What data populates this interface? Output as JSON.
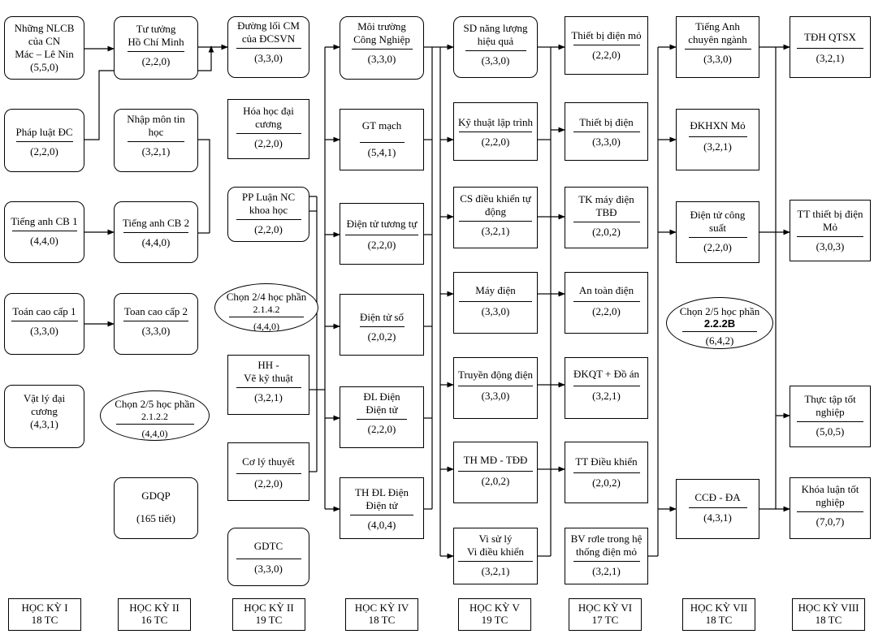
{
  "courses": {
    "c1_1": {
      "name": "Những NLCB\ncủa CN\nMác – Lê Nin",
      "credits": "(5,5,0)"
    },
    "c1_2": {
      "name": "Pháp luật ĐC",
      "credits": "(2,2,0)"
    },
    "c1_3": {
      "name": "Tiếng anh CB 1",
      "credits": "(4,4,0)"
    },
    "c1_4": {
      "name": "Toán cao cấp 1",
      "credits": "(3,3,0)"
    },
    "c1_5": {
      "name": "Vật lý đại\ncương",
      "credits": "(4,3,1)"
    },
    "c2_1": {
      "name": "Tư tưởng\nHồ Chí Minh",
      "credits": "(2,2,0)"
    },
    "c2_2": {
      "name": "Nhập môn tin\nhọc",
      "credits": "(3,2,1)"
    },
    "c2_3": {
      "name": "Tiếng anh CB 2",
      "credits": "(4,4,0)"
    },
    "c2_4": {
      "name": "Toan cao cấp 2",
      "credits": "(3,3,0)"
    },
    "c2_5": {
      "name": "GDQP",
      "credits": "(165 tiết)"
    },
    "c3_1": {
      "name": "Đường lối CM\ncủa ĐCSVN",
      "credits": "(3,3,0)"
    },
    "c3_2": {
      "name": "Hóa học đại\ncương",
      "credits": "(2,2,0)"
    },
    "c3_3": {
      "name": "PP Luận NC\nkhoa học",
      "credits": "(2,2,0)"
    },
    "c3_4": {
      "name": "HH -\nVẽ kỹ thuật",
      "credits": "(3,2,1)"
    },
    "c3_5": {
      "name": "Cơ lý thuyết",
      "credits": "(2,2,0)"
    },
    "c3_6": {
      "name": "GDTC",
      "credits": "(3,3,0)"
    },
    "c4_1": {
      "name": "Môi trường\nCông Nghiệp",
      "credits": "(3,3,0)"
    },
    "c4_2": {
      "name": "GT mạch",
      "credits": "(5,4,1)"
    },
    "c4_3": {
      "name": "Điện tử tương tự",
      "credits": "(2,2,0)"
    },
    "c4_4": {
      "name": "Điện tử số",
      "credits": "(2,0,2)"
    },
    "c4_5": {
      "name": "ĐL Điện\nĐiện tử",
      "credits": "(2,2,0)"
    },
    "c4_6": {
      "name": "TH ĐL Điện\nĐiện tử",
      "credits": "(4,0,4)"
    },
    "c5_1": {
      "name": "SD năng lượng\nhiệu quả",
      "credits": "(3,3,0)"
    },
    "c5_2": {
      "name": "Kỹ thuật lập trình",
      "credits": "(2,2,0)"
    },
    "c5_3": {
      "name": "CS điều khiển tự\nđộng",
      "credits": "(3,2,1)"
    },
    "c5_4": {
      "name": "Máy điện",
      "credits": "(3,3,0)"
    },
    "c5_5": {
      "name": "Truyền động điện",
      "credits": "(3,3,0)"
    },
    "c5_6": {
      "name": "TH MĐ - TĐĐ",
      "credits": "(2,0,2)"
    },
    "c5_7": {
      "name": "Vi sử lý\nVi điều khiển",
      "credits": "(3,2,1)"
    },
    "c6_1": {
      "name": "Thiết bị điện mỏ",
      "credits": "(2,2,0)"
    },
    "c6_2": {
      "name": "Thiết bị điện",
      "credits": "(3,3,0)"
    },
    "c6_3": {
      "name": "TK máy điện\nTBĐ",
      "credits": "(2,0,2)"
    },
    "c6_4": {
      "name": "An toàn điện",
      "credits": "(2,2,0)"
    },
    "c6_5": {
      "name": "ĐKQT + Đồ án",
      "credits": "(3,2,1)"
    },
    "c6_6": {
      "name": "TT Điều khiển",
      "credits": "(2,0,2)"
    },
    "c6_7": {
      "name": "BV rơle trong hệ\nthống điện mỏ",
      "credits": "(3,2,1)"
    },
    "c7_1": {
      "name": "Tiếng Anh\nchuyên ngành",
      "credits": "(3,3,0)"
    },
    "c7_2": {
      "name": "ĐKHXN Mỏ",
      "credits": "(3,2,1)"
    },
    "c7_3": {
      "name": "Điện tử công\nsuất",
      "credits": "(2,2,0)"
    },
    "c7_4": {
      "name": "CCĐ - ĐA",
      "credits": "(4,3,1)"
    },
    "c8_1": {
      "name": "TĐH QTSX",
      "credits": "(3,2,1)"
    },
    "c8_2": {
      "name": "TT thiết bị điện\nMỏ",
      "credits": "(3,0,3)"
    },
    "c8_3": {
      "name": "Thực tập tốt\nnghiệp",
      "credits": "(5,0,5)"
    },
    "c8_4": {
      "name": "Khóa luận tốt\nnghiệp",
      "credits": "(7,0,7)"
    }
  },
  "electives": {
    "e1": {
      "title": "Chọn 2/5 học phần",
      "code": "2.1.2.2",
      "credits": "(4,4,0)"
    },
    "e2": {
      "title": "Chọn 2/4 học phần",
      "code": "2.1.4.2",
      "credits": "(4,4,0)"
    },
    "e3": {
      "title": "Chọn 2/5 học phần",
      "code": "2.2.2B",
      "credits": "(6,4,2)"
    }
  },
  "semesters": [
    {
      "label": "HỌC KỲ I",
      "tc": "18 TC"
    },
    {
      "label": "HỌC KỲ II",
      "tc": "16 TC"
    },
    {
      "label": "HỌC KỲ II",
      "tc": "19 TC"
    },
    {
      "label": "HỌC KỲ IV",
      "tc": "18 TC"
    },
    {
      "label": "HỌC KỲ V",
      "tc": "19 TC"
    },
    {
      "label": "HỌC KỲ VI",
      "tc": "17 TC"
    },
    {
      "label": "HỌC KỲ VII",
      "tc": "18 TC"
    },
    {
      "label": "HỌC KỲ VIII",
      "tc": "18 TC"
    }
  ]
}
